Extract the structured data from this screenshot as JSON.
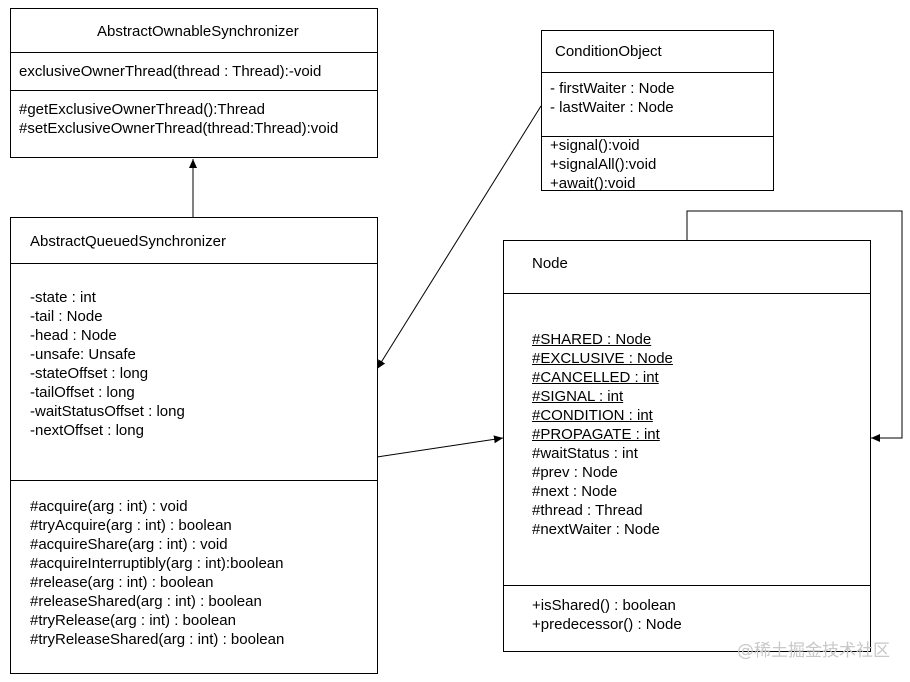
{
  "aos": {
    "name": "AbstractOwnableSynchronizer",
    "attributes": [
      "exclusiveOwnerThread(thread : Thread):-void"
    ],
    "methods": [
      "#getExclusiveOwnerThread():Thread",
      "#setExclusiveOwnerThread(thread:Thread):void"
    ]
  },
  "condition": {
    "name": "ConditionObject",
    "attributes": [
      "- firstWaiter : Node",
      "- lastWaiter : Node"
    ],
    "methods": [
      "+signal():void",
      "+signalAll():void",
      "+await():void"
    ]
  },
  "aqs": {
    "name": "AbstractQueuedSynchronizer",
    "attributes": [
      "-state : int",
      "-tail : Node",
      "-head : Node",
      "-unsafe: Unsafe",
      "-stateOffset : long",
      "-tailOffset : long",
      "-waitStatusOffset : long",
      "-nextOffset : long"
    ],
    "methods": [
      "#acquire(arg : int) : void",
      "#tryAcquire(arg : int) : boolean",
      "#acquireShare(arg : int) : void",
      "#acquireInterruptibly(arg : int):boolean",
      "#release(arg : int) : boolean",
      "#releaseShared(arg : int) : boolean",
      "#tryRelease(arg : int) : boolean",
      "#tryReleaseShared(arg : int) : boolean"
    ]
  },
  "node": {
    "name": "Node",
    "static_attributes": [
      "#SHARED : Node",
      "#EXCLUSIVE : Node",
      "#CANCELLED : int",
      "#SIGNAL : int",
      "#CONDITION : int",
      "#PROPAGATE : int"
    ],
    "attributes": [
      "#waitStatus : int",
      "#prev : Node",
      "#next : Node",
      "#thread : Thread",
      "#nextWaiter : Node"
    ],
    "methods": [
      "+isShared() : boolean",
      "+predecessor() : Node"
    ]
  },
  "watermark": "@稀土掘金技术社区"
}
